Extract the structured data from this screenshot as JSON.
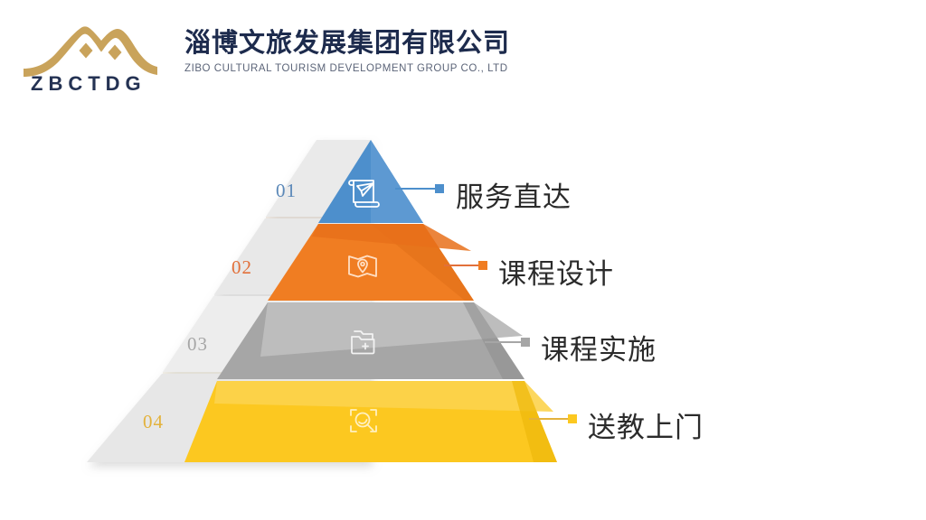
{
  "brand": {
    "logo_icon": "mountain-diamond-logo",
    "wordmark": "ZBCTDG",
    "name_cn": "淄博文旅发展集团有限公司",
    "name_en": "ZIBO CULTURAL TOURISM DEVELOPMENT GROUP CO., LTD",
    "logo_gold": "#c9a35b",
    "navy": "#243253"
  },
  "diagram": {
    "type": "pyramid",
    "background": "#ffffff",
    "side_panel_color": "#e9e9e9",
    "tiers": [
      {
        "number": "01",
        "label": "服务直达",
        "color": "#4d8fcc",
        "color_dark": "#3f7cb5",
        "color_light": "#6aa3d8",
        "icon": "scroll-paper-plane-icon",
        "number_color": "#5b88b8"
      },
      {
        "number": "02",
        "label": "课程设计",
        "color": "#f07d22",
        "color_dark": "#dd6a16",
        "color_light": "#f48b38",
        "icon": "map-location-pin-icon",
        "number_color": "#e2703a"
      },
      {
        "number": "03",
        "label": "课程实施",
        "color": "#a6a6a6",
        "color_dark": "#949494",
        "color_light": "#bdbdbd",
        "icon": "folder-plus-icon",
        "number_color": "#a6a6a6"
      },
      {
        "number": "04",
        "label": "送教上门",
        "color": "#fcc820",
        "color_dark": "#eab30c",
        "color_light": "#fcd34d",
        "icon": "search-frame-icon",
        "number_color": "#e3b23c"
      }
    ]
  }
}
